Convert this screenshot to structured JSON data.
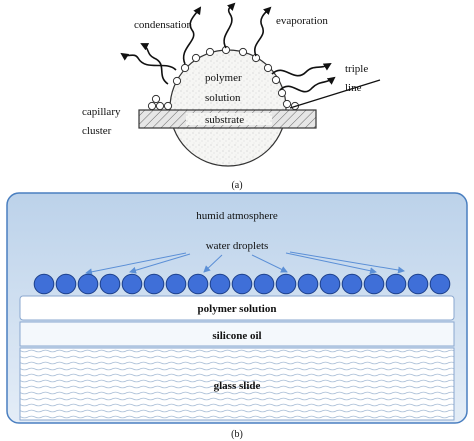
{
  "panel_a": {
    "caption": "(a)",
    "labels": {
      "condensation": "condensation",
      "evaporation": "evaporation",
      "triple": "triple",
      "line": "line",
      "polymer": "polymer",
      "solution": "solution",
      "capillary": "capillary",
      "cluster": "cluster",
      "substrate": "substrate"
    }
  },
  "panel_b": {
    "caption": "(b)",
    "labels": {
      "humid_atmosphere": "humid atmosphere",
      "water_droplets": "water droplets",
      "polymer_solution": "polymer solution",
      "silicone_oil": "silicone oil",
      "glass_slide": "glass slide"
    }
  },
  "colors": {
    "atmosphere_top": "#bcd2ea",
    "atmosphere_bottom": "#e4edf7",
    "droplet_fill": "#3f6fd8",
    "droplet_stroke": "#1c3f8a",
    "arrow": "#5b8fd6",
    "frame": "#4a7fc0"
  }
}
